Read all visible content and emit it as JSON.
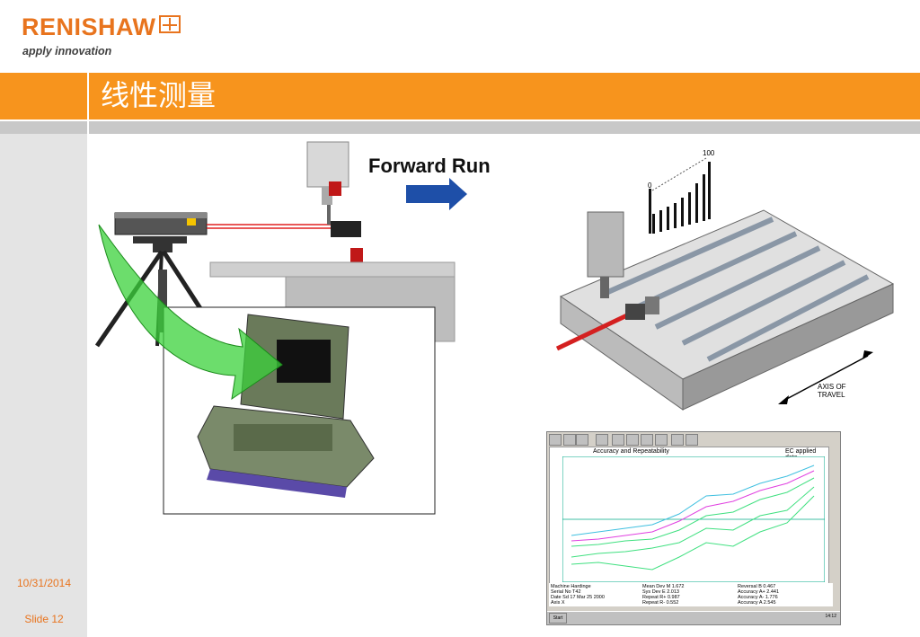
{
  "header": {
    "logo_text": "RENISHAW",
    "tagline": "apply innovation",
    "title": "线性测量"
  },
  "footer": {
    "date": "10/31/2014",
    "slide": "Slide 12"
  },
  "illustration_left": {
    "caption": "Forward Run"
  },
  "illustration_right": {
    "scale_top": "100",
    "scale_zero": "0",
    "axis_label_1": "AXIS OF",
    "axis_label_2": "TRAVEL"
  },
  "software_screenshot": {
    "plot_title": "Accuracy and Repeatability",
    "plot_note": "EC applied data",
    "stats_left": [
      "Machine Hardinge",
      "Serial No T42",
      "Date Sd 17 Mar 25 2000",
      "Axis X"
    ],
    "stats_mid": [
      "Mean Dev M    1.672",
      "Sys Dev E     2.013",
      "Repeat R+     0.987",
      "Repeat R-     0.552"
    ],
    "stats_right": [
      "Reversal B    0.467",
      "Accuracy A+   2.441",
      "Accuracy A-   1.776",
      "Accuracy A    2.545"
    ],
    "start_label": "Start",
    "clock": "14:12"
  },
  "colors": {
    "brand_orange": "#f7941d",
    "logo_orange": "#e8741e",
    "grey_band": "#c8c8c8",
    "side_panel": "#e4e4e4"
  }
}
